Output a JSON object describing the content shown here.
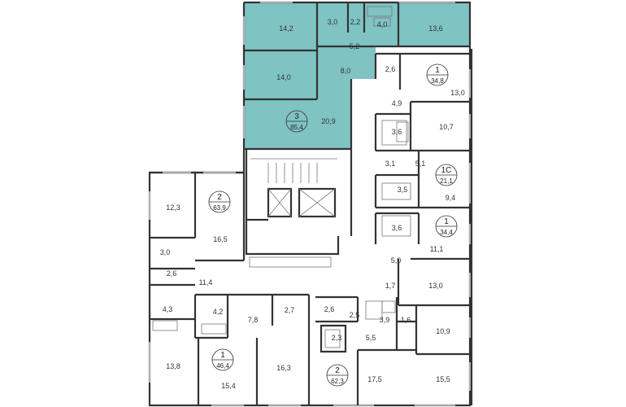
{
  "colors": {
    "highlight_apartment": "#7fc3c3",
    "wall": "#333333",
    "background": "#ffffff"
  },
  "apartments": [
    {
      "id": "apt-3",
      "number": "3",
      "area": "85,4"
    },
    {
      "id": "apt-1-top",
      "number": "1",
      "area": "34,8"
    },
    {
      "id": "apt-1c",
      "number": "1С",
      "area": "21,1"
    },
    {
      "id": "apt-1-mid",
      "number": "1",
      "area": "34,4"
    },
    {
      "id": "apt-2-left",
      "number": "2",
      "area": "63,9"
    },
    {
      "id": "apt-1-bottom",
      "number": "1",
      "area": "46,4"
    },
    {
      "id": "apt-2-bottom",
      "number": "2",
      "area": "62,3"
    }
  ],
  "rooms": [
    "14,2",
    "3,0",
    "2,2",
    "4,0",
    "13,6",
    "5,2",
    "14,0",
    "8,0",
    "20,9",
    "2,6",
    "13,0",
    "4,9",
    "3,6",
    "10,7",
    "3,1",
    "5,1",
    "3,5",
    "9,4",
    "3,6",
    "11,1",
    "5,0",
    "1,7",
    "13,0",
    "12,3",
    "16,5",
    "3,0",
    "2,6",
    "11,4",
    "4,3",
    "4,2",
    "7,8",
    "2,7",
    "2,6",
    "2,5",
    "3,9",
    "1,6",
    "10,9",
    "2,3",
    "5,5",
    "13,8",
    "15,4",
    "16,3",
    "17,5",
    "15,5"
  ]
}
